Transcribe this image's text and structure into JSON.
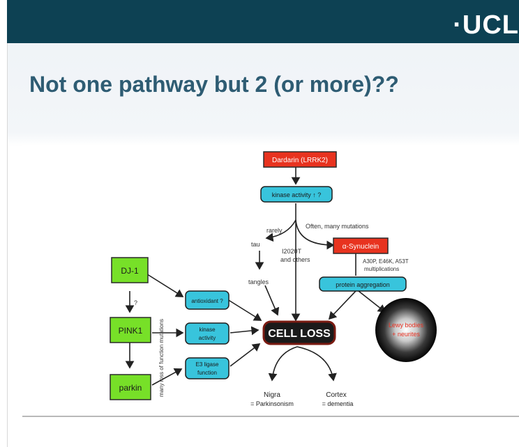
{
  "header": {
    "logo_text": "·UCL",
    "bar_color": "#0d4153"
  },
  "slide": {
    "title": "Not one pathway but 2 (or more)??"
  },
  "diagram": {
    "dardarin": "Dardarin (LRRK2)",
    "kinase_activity_q": "kinase activity ↑ ?",
    "rarely": "rarely",
    "often": "Often, many mutations",
    "tau": "tau",
    "i2020t_line1": "I2020T",
    "i2020t_line2": "and others",
    "alpha_synuclein": "α-Synuclein",
    "mutations_line1": "A30P, E46K, A53T",
    "mutations_line2": "multiplications",
    "tangles": "tangles",
    "protein_aggregation": "protein aggregation",
    "dj1": "DJ-1",
    "pink1": "PINK1",
    "parkin": "parkin",
    "question": "?",
    "loss_of_function": "many loss of function mutations",
    "antioxidant": "antioxidant ?",
    "kinase_line1": "kinase",
    "kinase_line2": "activity",
    "e3_line1": "E3 ligase",
    "e3_line2": "function",
    "cell_loss": "CELL LOSS",
    "lewy_line1": "Lewy bodies",
    "lewy_line2": "+ neurites",
    "nigra_line1": "Nigra",
    "nigra_line2": "= Parkinsonism",
    "cortex_line1": "Cortex",
    "cortex_line2": "= dementia",
    "colors": {
      "red_box": "#e8331f",
      "cyan_box": "#38c4dc",
      "green_box": "#77e028",
      "cell_loss_bg": "#1a1a1a"
    }
  }
}
